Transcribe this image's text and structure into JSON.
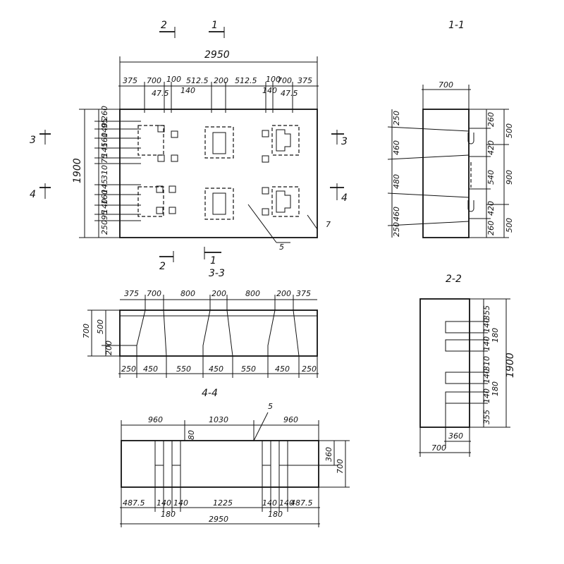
{
  "plan": {
    "width_total": "2950",
    "height_total": "1900",
    "top_dims": [
      "375",
      "700",
      "100",
      "512.5",
      "200",
      "512.5",
      "100",
      "700",
      "375"
    ],
    "top_sub_dims": [
      "47.5",
      "140",
      "140",
      "47.5"
    ],
    "left_dims": [
      "260",
      "95",
      "140",
      "160",
      "145",
      "75",
      "310",
      "145",
      "160",
      "140",
      "95",
      "250"
    ],
    "section_marks": {
      "s2": "2",
      "s1": "1",
      "s3": "3",
      "s4": "4"
    },
    "callouts": {
      "c5": "5",
      "c7": "7"
    }
  },
  "section_1_1": {
    "title": "1-1",
    "width": "700",
    "left_dims": [
      "250",
      "460",
      "480",
      "460",
      "250"
    ],
    "right_inner_dims": [
      "260",
      "420",
      "540",
      "420",
      "260"
    ],
    "right_outer_dims": [
      "500",
      "900",
      "500"
    ]
  },
  "section_3_3": {
    "title": "3-3",
    "top_dims": [
      "375",
      "700",
      "800",
      "200",
      "800",
      "200",
      "375"
    ],
    "left_dims": [
      "700",
      "500",
      "200"
    ],
    "bottom_dims": [
      "250",
      "450",
      "550",
      "450",
      "550",
      "450",
      "250"
    ]
  },
  "section_2_2": {
    "title": "2-2",
    "right_inner_dims": [
      "355",
      "140",
      "180",
      "140",
      "310",
      "140",
      "180",
      "140",
      "355"
    ],
    "right_outer_dim": "1900",
    "bottom_dims": [
      "360",
      "700"
    ]
  },
  "section_4_4": {
    "title": "4-4",
    "top_dims": [
      "960",
      "1030",
      "960"
    ],
    "small_dim": "80",
    "callout": "5",
    "right_dims": [
      "360",
      "700"
    ],
    "bottom_dims": [
      "487.5",
      "140",
      "140",
      "1225",
      "140",
      "140",
      "487.5"
    ],
    "bottom_sub_dims": [
      "180",
      "180"
    ],
    "total": "2950"
  }
}
